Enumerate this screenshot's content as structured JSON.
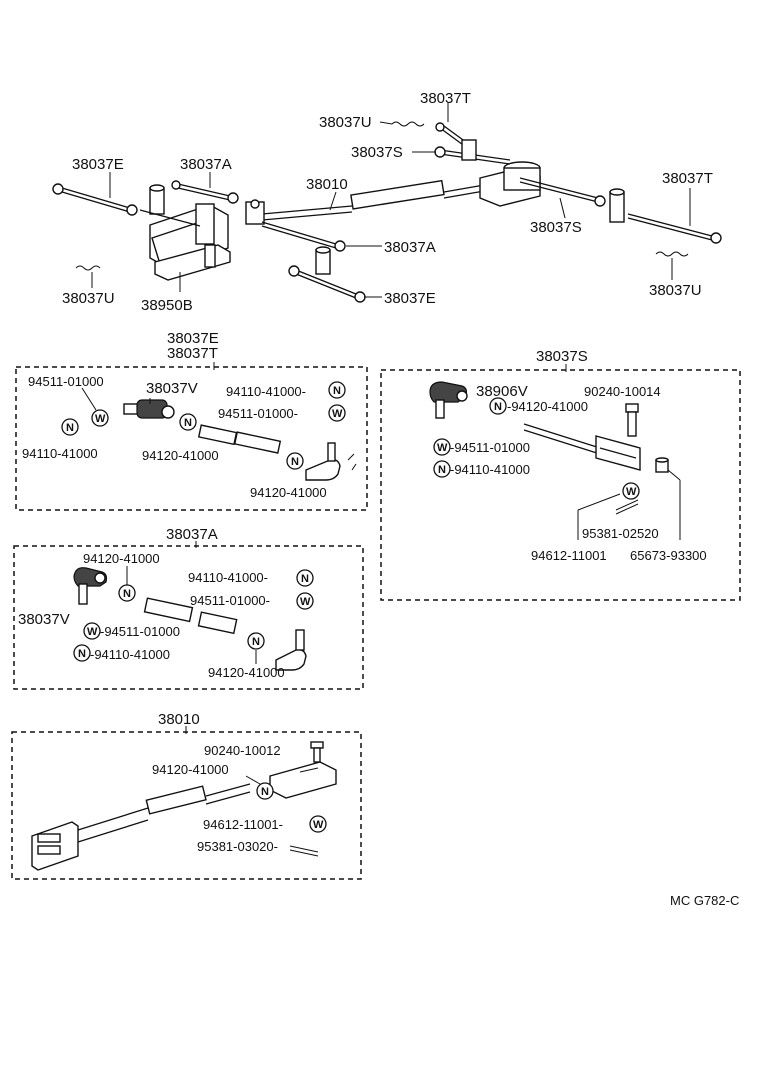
{
  "overview": {
    "labels": {
      "t_top": "38037T",
      "u_top": "38037U",
      "s_top": "38037S",
      "e_left": "38037E",
      "a_left": "38037A",
      "rod": "38010",
      "t_right": "38037T",
      "s_right": "38037S",
      "a_mid": "38037A",
      "u_left": "38037U",
      "bracket": "38950B",
      "e_mid": "38037E",
      "u_right": "38037U"
    }
  },
  "box_et": {
    "title1": "38037E",
    "title2": "38037T",
    "p1": "94511-01000",
    "p2": "38037V",
    "p3": "94110-41000-",
    "p4": "94511-01000-",
    "p5": "94110-41000",
    "p6": "94120-41000",
    "p7": "94120-41000"
  },
  "box_s": {
    "title": "38037S",
    "p1": "38906V",
    "p2": "90240-10014",
    "p3": "-94120-41000",
    "p4": "-94511-01000",
    "p5": "-94110-41000",
    "p6": "95381-02520",
    "p7": "94612-11001",
    "p8": "65673-93300"
  },
  "box_a": {
    "title": "38037A",
    "p1": "94120-41000",
    "p2": "94110-41000-",
    "p3": "94511-01000-",
    "p4": "38037V",
    "p5": "-94511-01000",
    "p6": "-94110-41000",
    "p7": "94120-41000"
  },
  "box_rod": {
    "title": "38010",
    "p1": "90240-10012",
    "p2": "94120-41000",
    "p3": "94612-11001-",
    "p4": "95381-03020-"
  },
  "circle_letters": {
    "nut": "N",
    "washer": "W"
  },
  "footer": {
    "code": "MC G782-C"
  }
}
